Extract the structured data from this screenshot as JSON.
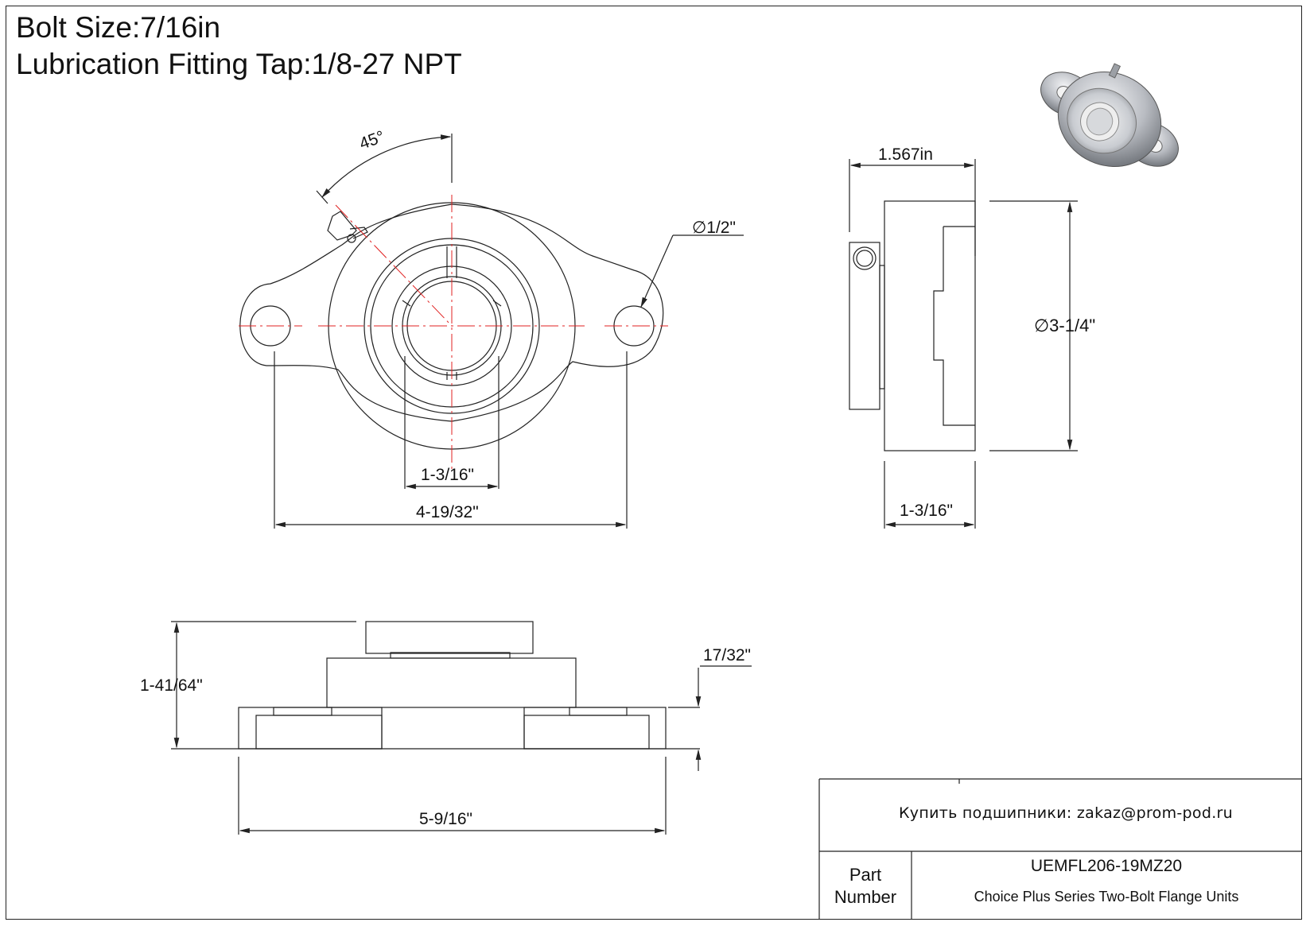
{
  "header": {
    "bolt_size": "Bolt Size:7/16in",
    "lube_fitting": "Lubrication Fitting Tap:1/8-27 NPT"
  },
  "dimensions": {
    "angle": "45°",
    "bolt_hole_dia": "1/2\"",
    "bore": "1-3/16\"",
    "bolt_spacing": "4-19/32\"",
    "side_width": "1.567in",
    "housing_dia": "3-1/4\"",
    "side_depth": "1-3/16\"",
    "total_height": "1-41/64\"",
    "flange_thickness": "17/32\"",
    "overall_length": "5-9/16\""
  },
  "symbols": {
    "diameter": "∅"
  },
  "title_block": {
    "contact": "Купить подшипники: zakaz@prom-pod.ru",
    "part_label": "Part\nNumber",
    "part_number": "UEMFL206-19MZ20",
    "description": "Choice Plus Series Two-Bolt Flange Units"
  },
  "colors": {
    "line": "#222222",
    "centerline": "#e02020",
    "render_metal": "#b9bcc2"
  }
}
